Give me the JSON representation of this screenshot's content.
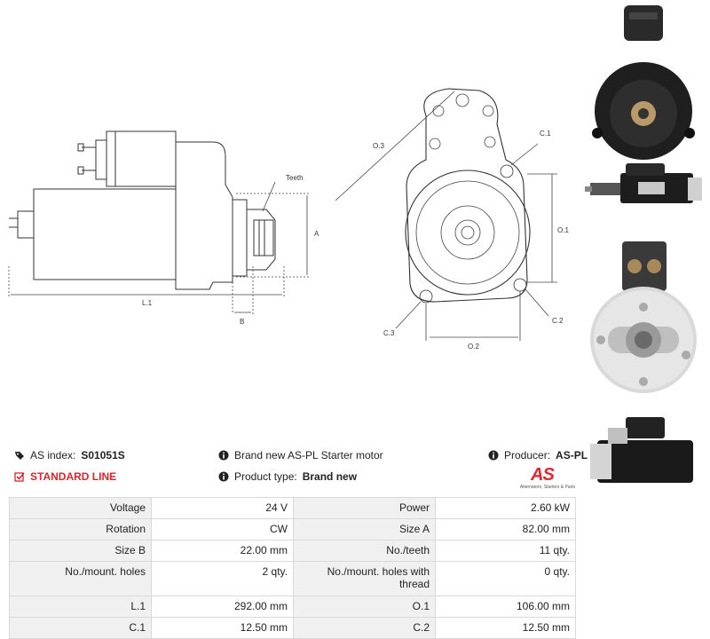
{
  "drawing": {
    "labels": {
      "teeth": "Teeth",
      "a": "A",
      "l1": "L.1",
      "b": "B",
      "o3": "O.3",
      "c1": "C.1",
      "o1": "O.1",
      "c2": "C.2",
      "c3": "C.3",
      "o2": "O.2"
    }
  },
  "info": {
    "as_index_label": "AS index:",
    "as_index_value": "S01051S",
    "description": "Brand new AS-PL Starter motor",
    "producer_label": "Producer:",
    "producer_value": "AS-PL",
    "line": "STANDARD LINE",
    "product_type_label": "Product type:",
    "product_type_value": "Brand new"
  },
  "logo": {
    "text": "AS",
    "subtitle": "Alternators, Starters & Parts"
  },
  "specs": [
    {
      "l1": "Voltage",
      "v1": "24 V",
      "l2": "Power",
      "v2": "2.60 kW"
    },
    {
      "l1": "Rotation",
      "v1": "CW",
      "l2": "Size A",
      "v2": "82.00 mm"
    },
    {
      "l1": "Size B",
      "v1": "22.00 mm",
      "l2": "No./teeth",
      "v2": "11 qty."
    },
    {
      "l1": "No./mount. holes",
      "v1": "2 qty.",
      "l2": "No./mount. holes with thread",
      "v2": "0 qty."
    },
    {
      "l1": "L.1",
      "v1": "292.00 mm",
      "l2": "O.1",
      "v2": "106.00 mm"
    },
    {
      "l1": "C.1",
      "v1": "12.50 mm",
      "l2": "C.2",
      "v2": "12.50 mm"
    }
  ]
}
